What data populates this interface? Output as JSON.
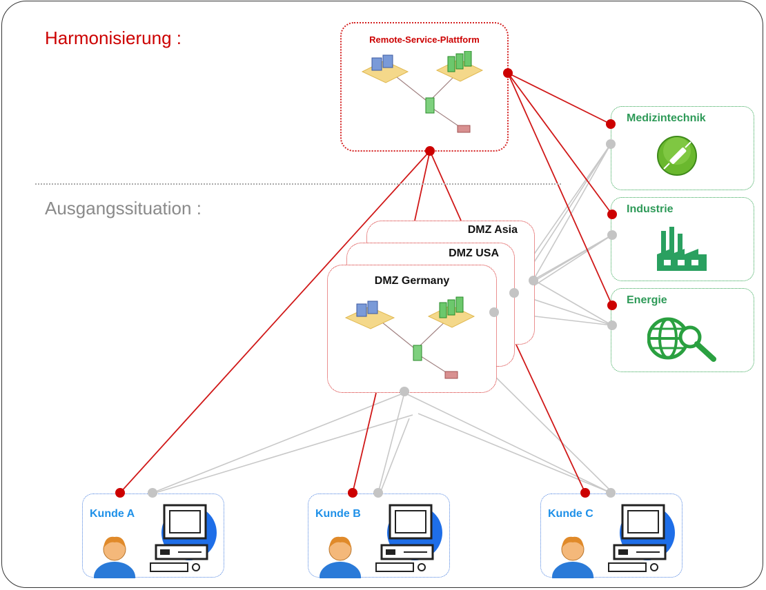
{
  "headings": {
    "top": "Harmonisierung :",
    "bottom": "Ausgangssituation :"
  },
  "platform": {
    "title": "Remote-Service-Plattform"
  },
  "dmz": [
    {
      "title": "DMZ Asia"
    },
    {
      "title": "DMZ USA"
    },
    {
      "title": "DMZ Germany"
    }
  ],
  "sectors": [
    {
      "label": "Medizintechnik",
      "icon": "syringe-icon"
    },
    {
      "label": "Industrie",
      "icon": "factory-icon"
    },
    {
      "label": "Energie",
      "icon": "globe-search-icon"
    }
  ],
  "customers": [
    {
      "label": "Kunde A"
    },
    {
      "label": "Kunde B"
    },
    {
      "label": "Kunde C"
    }
  ],
  "colors": {
    "red": "#cc0000",
    "grey_line": "#c8c8c8",
    "green": "#2e9a58",
    "blue": "#1e90e8"
  }
}
